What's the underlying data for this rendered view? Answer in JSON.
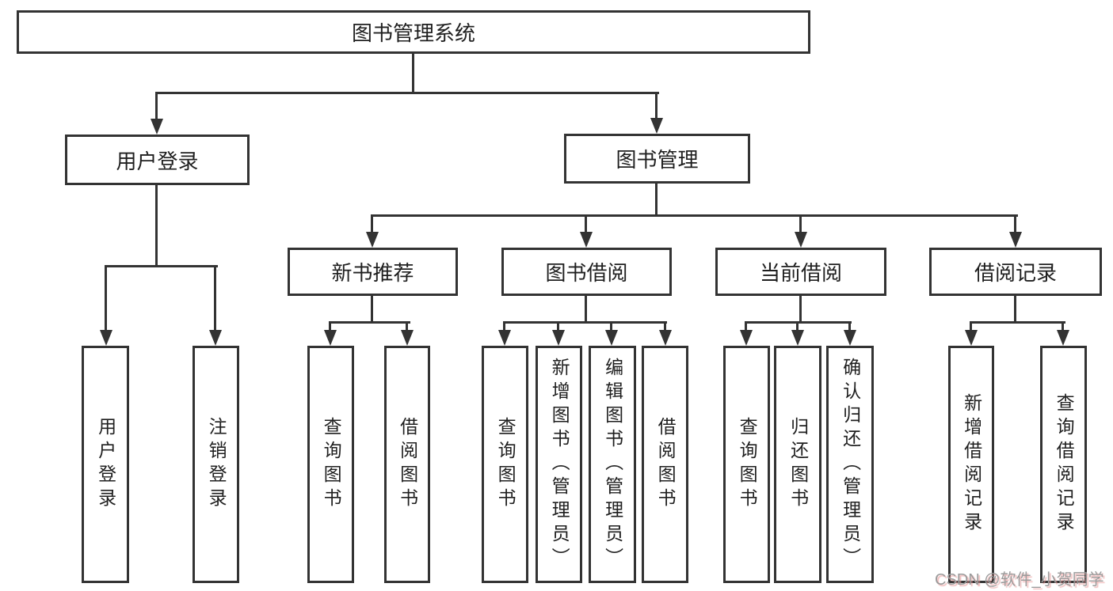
{
  "diagram_type": "hierarchy-tree",
  "root": {
    "label": "图书管理系统"
  },
  "branches": [
    {
      "label": "用户登录",
      "children": [
        {
          "label": "用户登录"
        },
        {
          "label": "注销登录"
        }
      ]
    },
    {
      "label": "图书管理",
      "children": [
        {
          "label": "新书推荐",
          "children": [
            {
              "label": "查询图书"
            },
            {
              "label": "借阅图书"
            }
          ]
        },
        {
          "label": "图书借阅",
          "children": [
            {
              "label": "查询图书"
            },
            {
              "label": "新增图书（管理员）"
            },
            {
              "label": "编辑图书（管理员）"
            },
            {
              "label": "借阅图书"
            }
          ]
        },
        {
          "label": "当前借阅",
          "children": [
            {
              "label": "查询图书"
            },
            {
              "label": "归还图书"
            },
            {
              "label": "确认归还（管理员）"
            }
          ]
        },
        {
          "label": "借阅记录",
          "children": [
            {
              "label": "新增借阅记录"
            },
            {
              "label": "查询借阅记录"
            }
          ]
        }
      ]
    }
  ],
  "watermark": {
    "text": "CSDN @软件_小贺同学"
  },
  "colors": {
    "line": "#333333",
    "box_border": "#333333",
    "text": "#1f1f1f",
    "background": "#ffffff",
    "watermark_text": "#9b9b9b",
    "watermark_shadow": "#e89696"
  }
}
